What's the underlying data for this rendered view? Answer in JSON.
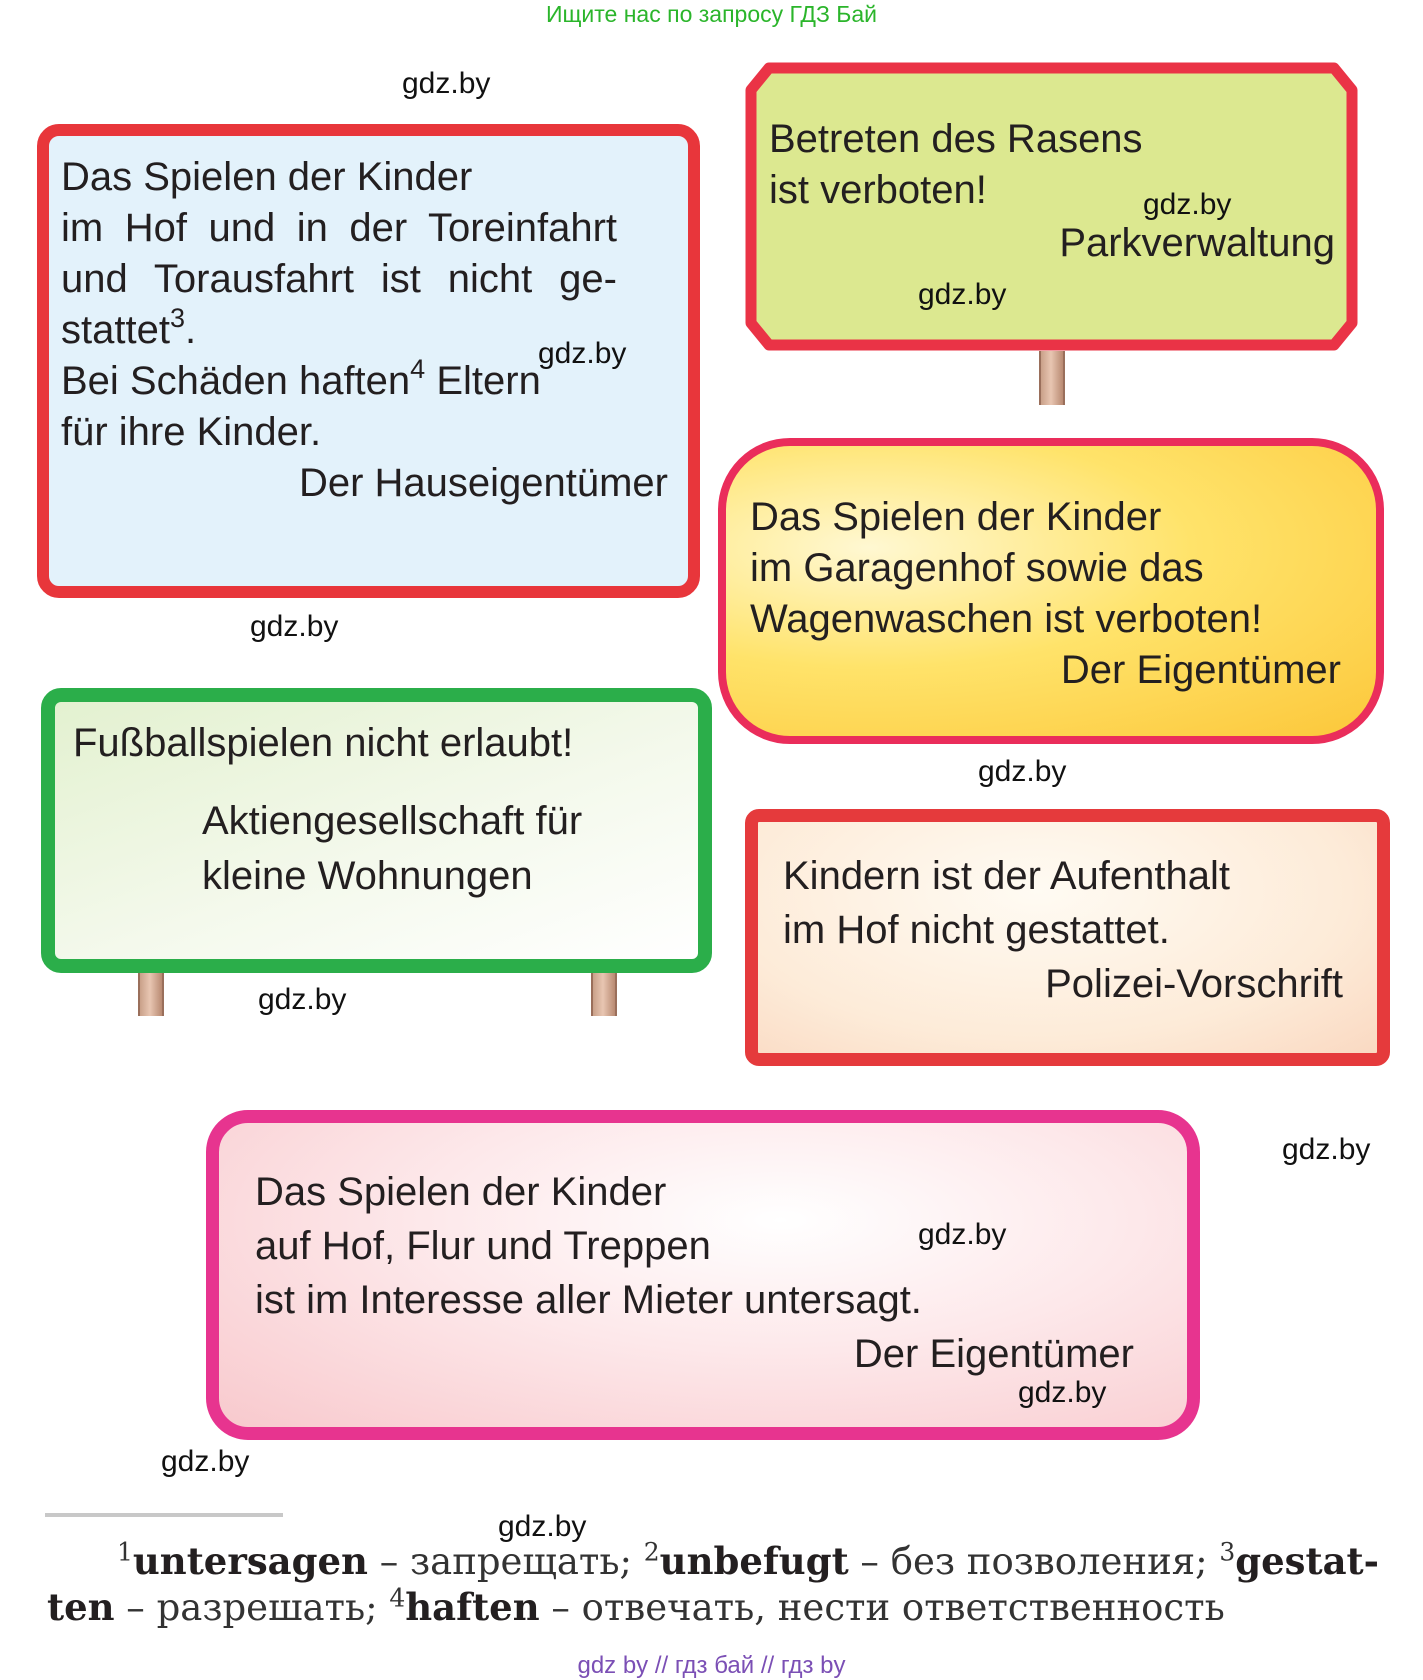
{
  "banner": "Ищите нас по запросу ГДЗ Бай",
  "watermark": "gdz.by",
  "signs": [
    {
      "lines": [
        "Das Spielen der Kinder",
        "im Hof und in der Toreinfahrt",
        "und Torausfahrt ist nicht ge-",
        "stattet",
        "3",
        ".",
        "Bei Schäden haften",
        "4",
        " Eltern",
        "für ihre Kinder."
      ],
      "signature": "Der Hauseigentümer"
    },
    {
      "lines": [
        "Betreten des Rasens",
        "ist verboten!"
      ],
      "signature": "Parkverwaltung"
    },
    {
      "lines": [
        "Das Spielen der Kinder",
        "im Garagenhof sowie das",
        "Wagenwaschen ist verboten!"
      ],
      "signature": "Der Eigentümer"
    },
    {
      "lines": [
        "Fußballspielen nicht erlaubt!",
        "Aktiengesellschaft für",
        "kleine Wohnungen"
      ]
    },
    {
      "lines": [
        "Kindern ist der Aufenthalt",
        "im Hof nicht gestattet."
      ],
      "signature": "Polizei-Vorschrift"
    },
    {
      "lines": [
        "Das Spielen der Kinder",
        "auf Hof, Flur und Treppen",
        "ist im Interesse aller Mieter untersagt."
      ],
      "signature": "Der Eigentümer"
    }
  ],
  "footnotes": [
    {
      "num": "1",
      "word": "untersagen",
      "translation": " – запрещать; "
    },
    {
      "num": "2",
      "word": "unbefugt",
      "translation": " – без позволения; "
    },
    {
      "num": "3",
      "word_a": "gestat-",
      "word_b": "ten",
      "translation": " – разрешать; "
    },
    {
      "num": "4",
      "word": "haften",
      "translation": " – отвечать, нести ответственность"
    }
  ],
  "bottom_links": "gdz by  //  гдз бай  //  гдз by",
  "colors": {
    "banner_green": "#2bb52b",
    "link_purple": "#7b4fb5",
    "red_border": "#e8363b",
    "green_border": "#2bae4a",
    "magenta_border": "#e7348f"
  }
}
